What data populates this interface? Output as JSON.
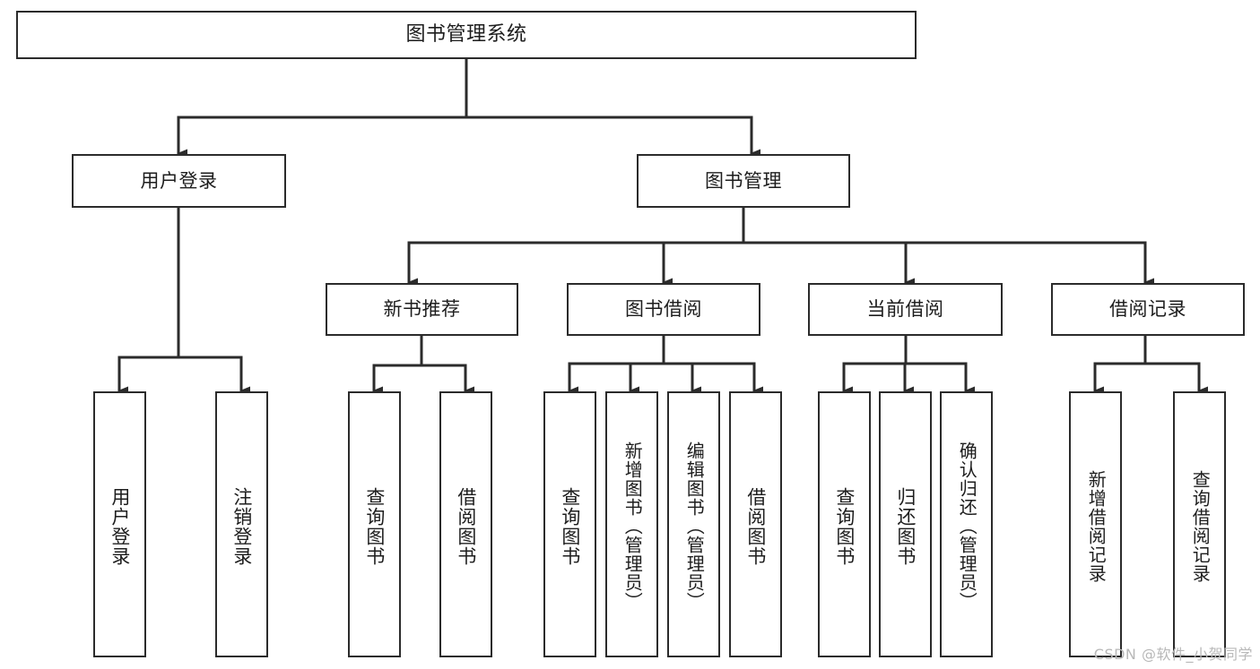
{
  "diagram": {
    "title": "图书管理系统",
    "type": "tree-hierarchy-chart",
    "watermark": "CSDN @软件_小贺同学",
    "colors": {
      "background": "#ffffff",
      "node_border": "#2b2b2b",
      "node_fill": "#ffffff",
      "edge": "#2b2b2b",
      "text": "#1d1d1d",
      "watermark": "#b8b8b8"
    },
    "levels": {
      "root": "图书管理系统",
      "level1": [
        "用户登录",
        "图书管理"
      ],
      "level2": [
        "新书推荐",
        "图书借阅",
        "当前借阅",
        "借阅记录"
      ]
    },
    "nodes": {
      "root": {
        "label": "图书管理系统"
      },
      "user_login": {
        "label": "用户登录"
      },
      "book_manage": {
        "label": "图书管理"
      },
      "new_book_rec": {
        "label": "新书推荐"
      },
      "book_borrow": {
        "label": "图书借阅"
      },
      "current_borrow": {
        "label": "当前借阅"
      },
      "borrow_record": {
        "label": "借阅记录"
      },
      "leaf_user_login": {
        "label": "用户登录"
      },
      "leaf_logout": {
        "label": "注销登录"
      },
      "leaf_query_book_a": {
        "label": "查询图书"
      },
      "leaf_borrow_book_a": {
        "label": "借阅图书"
      },
      "leaf_query_book_b": {
        "label": "查询图书"
      },
      "leaf_add_book": {
        "label": "新增图书（管理员）"
      },
      "leaf_edit_book": {
        "label": "编辑图书（管理员）"
      },
      "leaf_borrow_book_b": {
        "label": "借阅图书"
      },
      "leaf_query_book_c": {
        "label": "查询图书"
      },
      "leaf_return_book": {
        "label": "归还图书"
      },
      "leaf_confirm_return": {
        "label": "确认归还（管理员）"
      },
      "leaf_add_record": {
        "label": "新增借阅记录"
      },
      "leaf_query_record": {
        "label": "查询借阅记录"
      }
    }
  }
}
